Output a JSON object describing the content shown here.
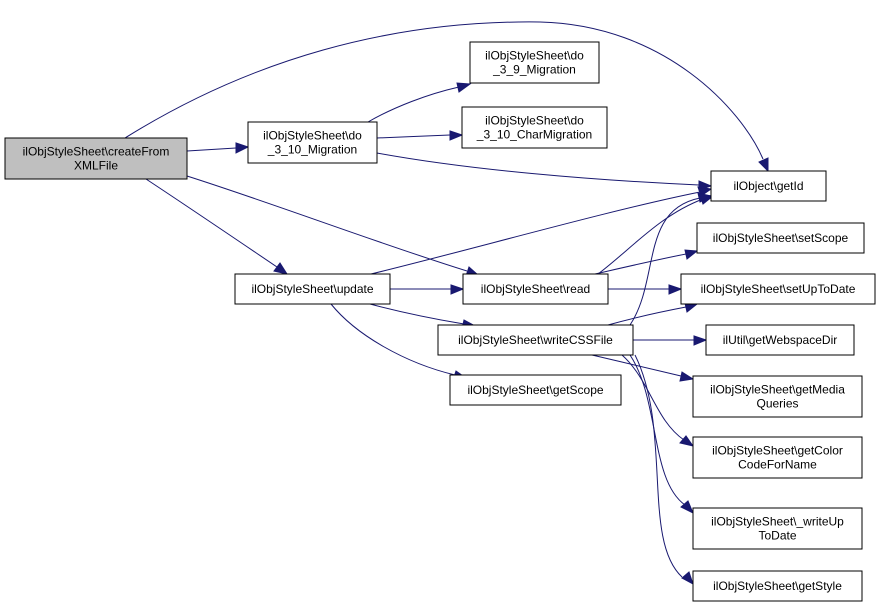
{
  "edge_color": "#191970",
  "root_fill": "#bfbfbf",
  "nodes": [
    {
      "id": "createFromXMLFile",
      "lines": [
        "ilObjStyleSheet\\createFrom",
        "XMLFile"
      ],
      "root": true
    },
    {
      "id": "do_3_10_Migration",
      "lines": [
        "ilObjStyleSheet\\do",
        "_3_10_Migration"
      ]
    },
    {
      "id": "do_3_9_Migration",
      "lines": [
        "ilObjStyleSheet\\do",
        "_3_9_Migration"
      ]
    },
    {
      "id": "do_3_10_CharMigration",
      "lines": [
        "ilObjStyleSheet\\do",
        "_3_10_CharMigration"
      ]
    },
    {
      "id": "getId",
      "lines": [
        "ilObject\\getId"
      ]
    },
    {
      "id": "update",
      "lines": [
        "ilObjStyleSheet\\update"
      ]
    },
    {
      "id": "read",
      "lines": [
        "ilObjStyleSheet\\read"
      ]
    },
    {
      "id": "setScope",
      "lines": [
        "ilObjStyleSheet\\setScope"
      ]
    },
    {
      "id": "setUpToDate",
      "lines": [
        "ilObjStyleSheet\\setUpToDate"
      ]
    },
    {
      "id": "writeCSSFile",
      "lines": [
        "ilObjStyleSheet\\writeCSSFile"
      ]
    },
    {
      "id": "getWebspaceDir",
      "lines": [
        "ilUtil\\getWebspaceDir"
      ]
    },
    {
      "id": "getScope",
      "lines": [
        "ilObjStyleSheet\\getScope"
      ]
    },
    {
      "id": "getMediaQueries",
      "lines": [
        "ilObjStyleSheet\\getMedia",
        "Queries"
      ]
    },
    {
      "id": "getColorCodeForName",
      "lines": [
        "ilObjStyleSheet\\getColor",
        "CodeForName"
      ]
    },
    {
      "id": "_writeUpToDate",
      "lines": [
        "ilObjStyleSheet\\_writeUp",
        "ToDate"
      ]
    },
    {
      "id": "getStyle",
      "lines": [
        "ilObjStyleSheet\\getStyle"
      ]
    }
  ],
  "edges": [
    {
      "from": "createFromXMLFile",
      "to": "do_3_10_Migration"
    },
    {
      "from": "createFromXMLFile",
      "to": "getId"
    },
    {
      "from": "createFromXMLFile",
      "to": "update"
    },
    {
      "from": "createFromXMLFile",
      "to": "read"
    },
    {
      "from": "do_3_10_Migration",
      "to": "do_3_9_Migration"
    },
    {
      "from": "do_3_10_Migration",
      "to": "do_3_10_CharMigration"
    },
    {
      "from": "do_3_10_Migration",
      "to": "getId"
    },
    {
      "from": "update",
      "to": "getId"
    },
    {
      "from": "update",
      "to": "read"
    },
    {
      "from": "update",
      "to": "writeCSSFile"
    },
    {
      "from": "update",
      "to": "getScope"
    },
    {
      "from": "read",
      "to": "getId"
    },
    {
      "from": "read",
      "to": "setScope"
    },
    {
      "from": "read",
      "to": "setUpToDate"
    },
    {
      "from": "writeCSSFile",
      "to": "getId"
    },
    {
      "from": "writeCSSFile",
      "to": "setUpToDate"
    },
    {
      "from": "writeCSSFile",
      "to": "getWebspaceDir"
    },
    {
      "from": "writeCSSFile",
      "to": "getMediaQueries"
    },
    {
      "from": "writeCSSFile",
      "to": "getColorCodeForName"
    },
    {
      "from": "writeCSSFile",
      "to": "_writeUpToDate"
    },
    {
      "from": "writeCSSFile",
      "to": "getStyle"
    }
  ]
}
